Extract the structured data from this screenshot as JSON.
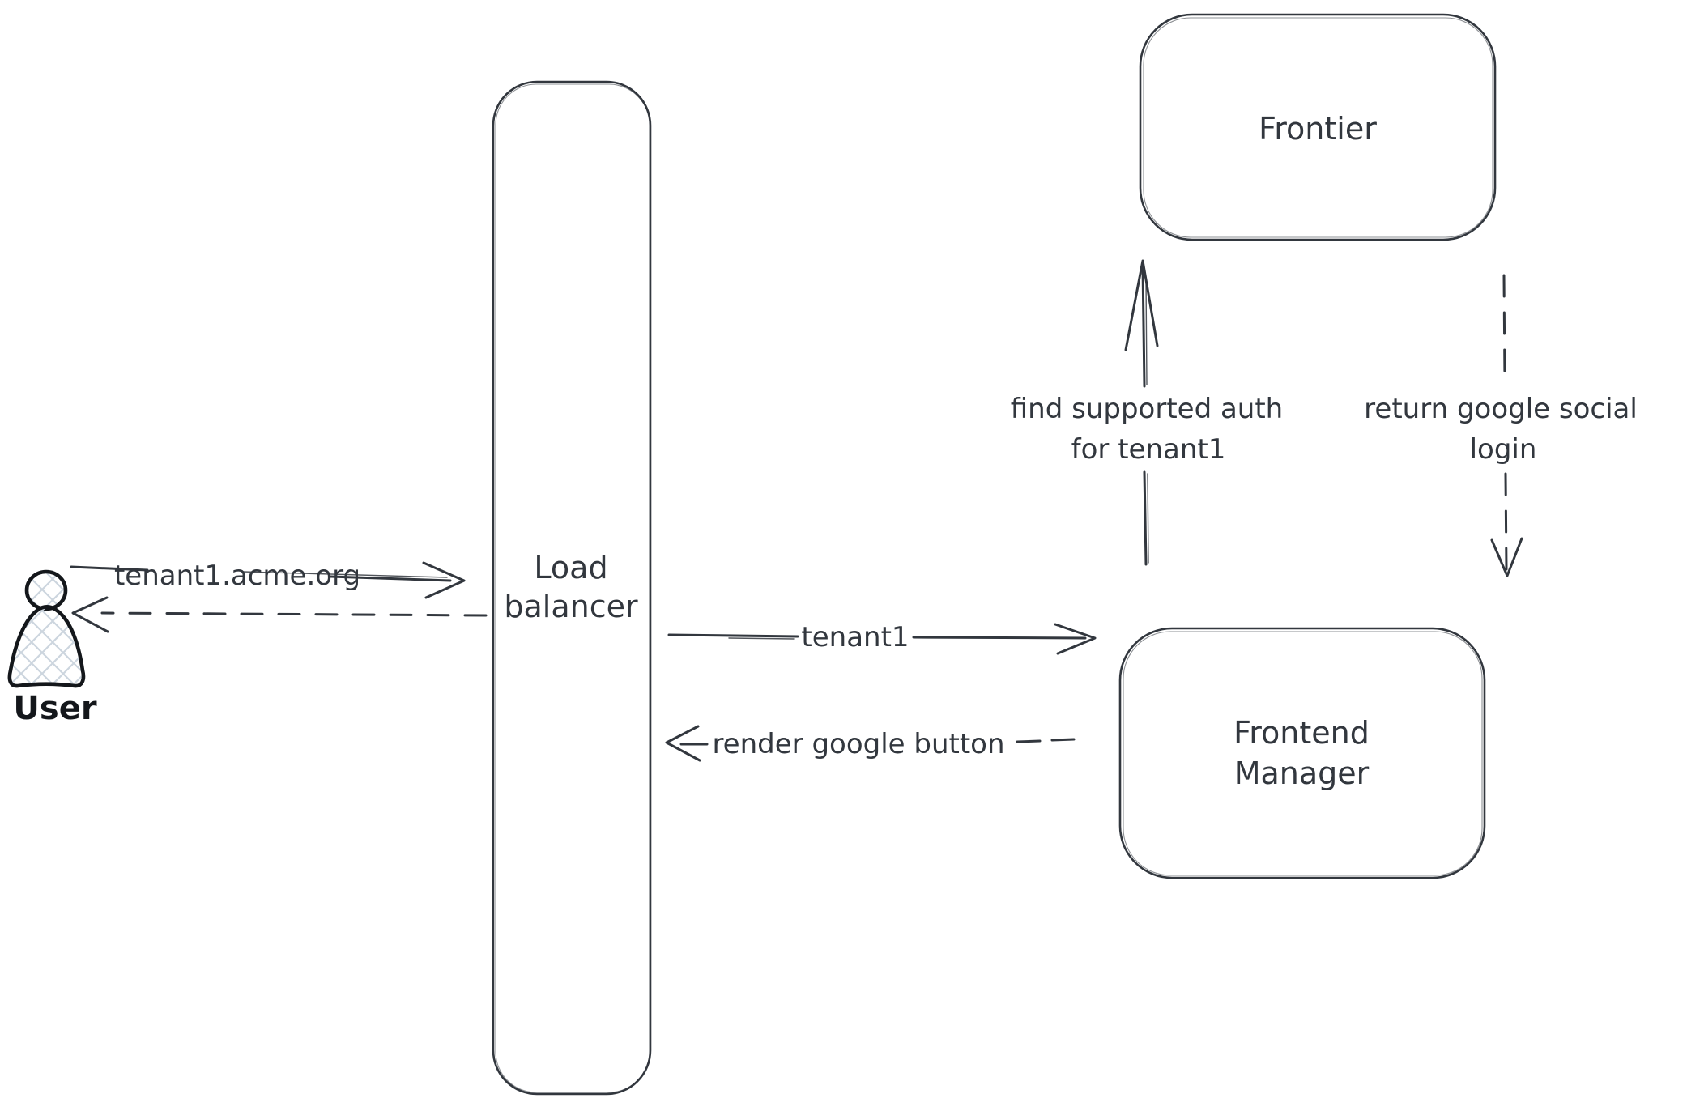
{
  "colors": {
    "ink": "#32373e",
    "user_ink": "#14171b",
    "hatch": "#ccd5de",
    "background": "#ffffff"
  },
  "nodes": {
    "user": {
      "label": "User"
    },
    "load_balancer": {
      "line1": "Load",
      "line2": "balancer"
    },
    "frontier": {
      "label": "Frontier"
    },
    "frontend_manager": {
      "line1": "Frontend",
      "line2": "Manager"
    }
  },
  "arrows": {
    "user_to_load_balancer": {
      "label": "tenant1.acme.org",
      "style": "solid"
    },
    "load_balancer_to_user": {
      "label": "",
      "style": "dashed"
    },
    "load_balancer_to_frontend_manager": {
      "label": "tenant1",
      "style": "solid"
    },
    "frontend_manager_to_load_balancer": {
      "label": "render google button",
      "style": "dashed"
    },
    "frontend_manager_to_frontier": {
      "line1": "find supported auth",
      "line2": "for tenant1",
      "style": "solid"
    },
    "frontier_to_frontend_manager": {
      "line1": "return google social",
      "line2": "login",
      "style": "dashed"
    }
  }
}
